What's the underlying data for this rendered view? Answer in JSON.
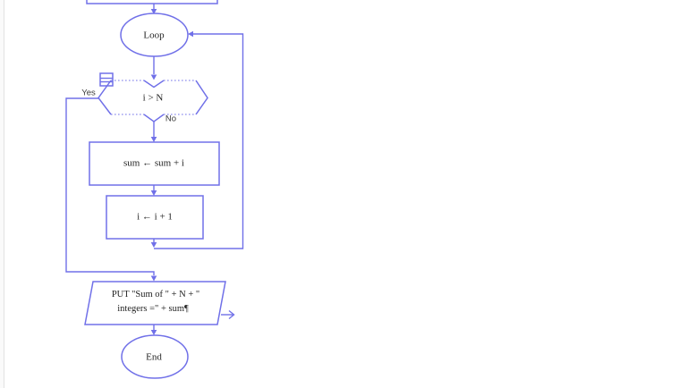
{
  "colors": {
    "line": "#7070e8",
    "text": "#242424",
    "label": "#3a3a3a",
    "edge": "#e2e2e2"
  },
  "flowchart": {
    "loop": {
      "label": "Loop"
    },
    "decision": {
      "label": "i > N",
      "yes": "Yes",
      "no": "No"
    },
    "assign_sum": {
      "label": "sum ← sum + i"
    },
    "increment": {
      "label": "i ← i + 1"
    },
    "output": {
      "line1": "PUT \"Sum of \" + N + \"",
      "line2": "integers =\" + sum¶"
    },
    "end": {
      "label": "End"
    },
    "icons": {
      "decision_marker": "split-box-icon",
      "output_stream": "open-right-arrow-icon"
    }
  }
}
